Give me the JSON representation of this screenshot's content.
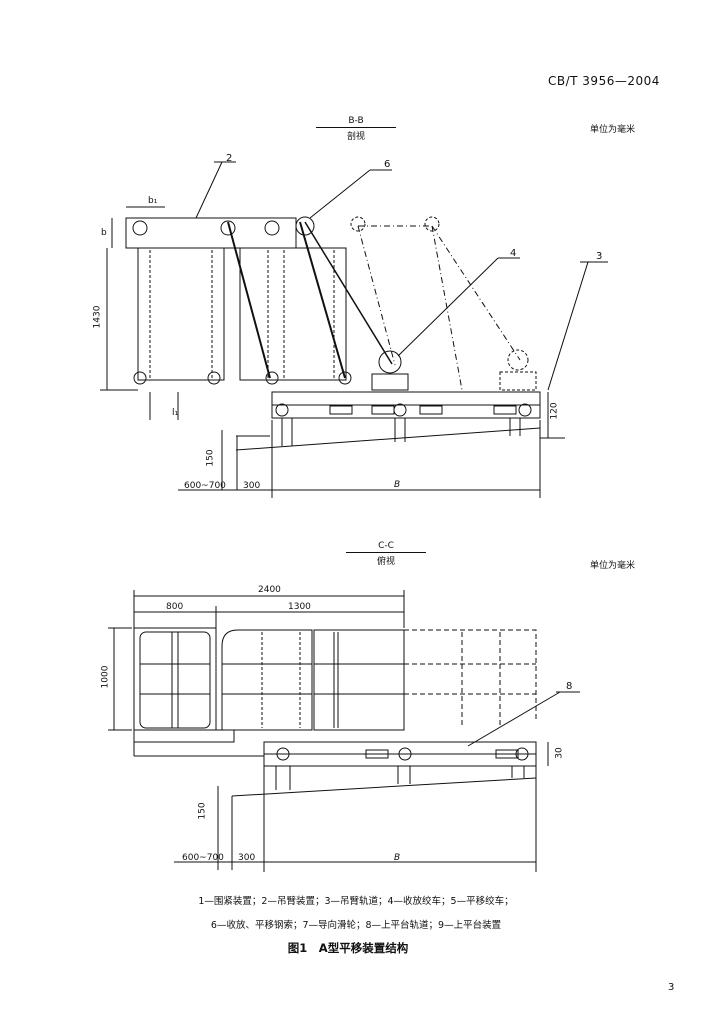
{
  "header": {
    "standard_no": "CB/T 3956—2004"
  },
  "unit_note": "单位为毫米",
  "section_bb": {
    "title": "B-B",
    "subtitle": "剖视"
  },
  "section_cc": {
    "title": "C-C",
    "subtitle": "俯视"
  },
  "drawing_bb": {
    "callouts": [
      "2",
      "6",
      "4",
      "3"
    ],
    "dims": {
      "b1": "b₁",
      "b": "b",
      "h1430": "1430",
      "l1": "l₁",
      "h150": "150",
      "w600": "600~700",
      "w300": "300",
      "wB": "B",
      "h120": "120"
    }
  },
  "drawing_cc": {
    "callouts": [
      "8"
    ],
    "dims": {
      "w2400": "2400",
      "w800": "800",
      "w1300": "1300",
      "h1000": "1000",
      "h30": "30",
      "h150": "150",
      "w600": "600~700",
      "w300": "300",
      "wB": "B"
    }
  },
  "legend": {
    "line1": "1—围紧装置；2—吊臂装置；3—吊臂轨道；4—收放绞车；5—平移绞车；",
    "line2": "6—收放、平移钢索；7—导向滑轮；8—上平台轨道；9—上平台装置"
  },
  "caption": "图1　A型平移装置结构",
  "page_number": "3"
}
